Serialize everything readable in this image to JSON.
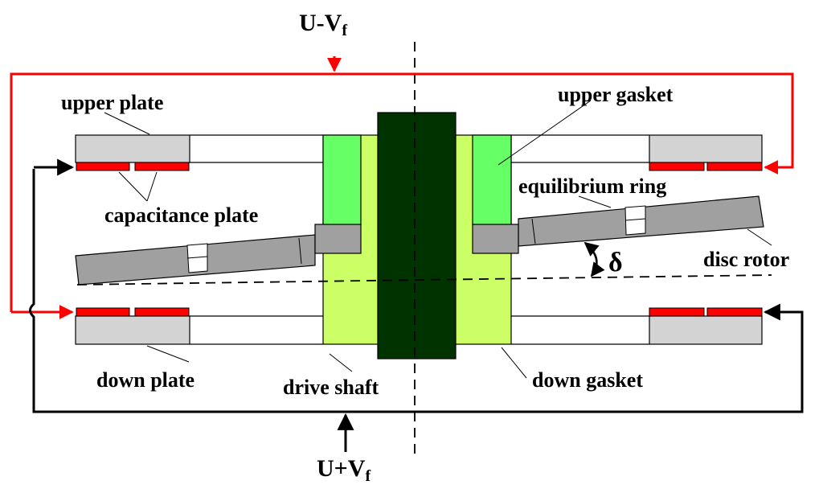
{
  "labels": {
    "top_voltage": "U-V",
    "top_voltage_sub": "f",
    "bottom_voltage": "U+V",
    "bottom_voltage_sub": "f",
    "upper_plate": "upper plate",
    "capacitance_plate": "capacitance plate",
    "down_plate": "down plate",
    "drive_shaft": "drive shaft",
    "down_gasket": "down gasket",
    "upper_gasket": "upper gasket",
    "equilibrium_ring": "equilibrium ring",
    "disc_rotor": "disc rotor",
    "tilt_angle": "δ"
  },
  "colors": {
    "red_wire": "#ff0000",
    "black_wire": "#000000",
    "plate_fill": "#d3d3d3",
    "rotor_fill": "#a0a0a0",
    "gasket_upper": "#66ff66",
    "gasket_lower": "#ccff66",
    "shaft_fill": "#003300"
  }
}
